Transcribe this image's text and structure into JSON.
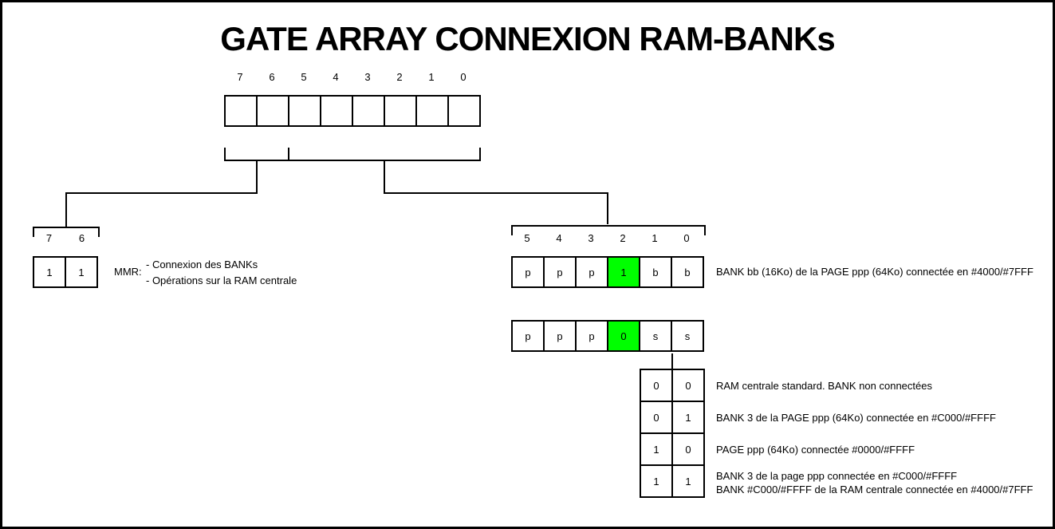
{
  "page": {
    "title": "GATE ARRAY CONNEXION RAM-BANKs",
    "background_color": "#ffffff",
    "line_color": "#000000",
    "highlight_color": "#00ff00"
  },
  "main_register": {
    "bit_labels": [
      "7",
      "6",
      "5",
      "4",
      "3",
      "2",
      "1",
      "0"
    ],
    "cells": [
      "",
      "",
      "",
      "",
      "",
      "",
      "",
      ""
    ]
  },
  "mmr_register": {
    "bit_labels": [
      "7",
      "6"
    ],
    "values": [
      "1",
      "1"
    ],
    "label": "MMR:",
    "notes": [
      "- Connexion des BANKs",
      "- Opérations sur la RAM centrale"
    ]
  },
  "bank_register": {
    "bit_labels": [
      "5",
      "4",
      "3",
      "2",
      "1",
      "0"
    ],
    "values": [
      "p",
      "p",
      "p",
      "1",
      "b",
      "b"
    ],
    "highlight_index": 3,
    "note": "BANK bb (16Ko) de la PAGE ppp (64Ko) connectée en #4000/#7FFF"
  },
  "standard_register": {
    "values": [
      "p",
      "p",
      "p",
      "0",
      "s",
      "s"
    ],
    "highlight_index": 3
  },
  "ss_table": {
    "rows": [
      {
        "bits": [
          "0",
          "0"
        ],
        "description": [
          "RAM centrale standard. BANK non connectées"
        ]
      },
      {
        "bits": [
          "0",
          "1"
        ],
        "description": [
          "BANK 3 de la PAGE ppp (64Ko) connectée en #C000/#FFFF"
        ]
      },
      {
        "bits": [
          "1",
          "0"
        ],
        "description": [
          "PAGE ppp (64Ko) connectée #0000/#FFFF"
        ]
      },
      {
        "bits": [
          "1",
          "1"
        ],
        "description": [
          "BANK 3 de la page ppp connectée en #C000/#FFFF",
          "BANK #C000/#FFFF de la RAM centrale connectée en #4000/#7FFF"
        ]
      }
    ]
  }
}
